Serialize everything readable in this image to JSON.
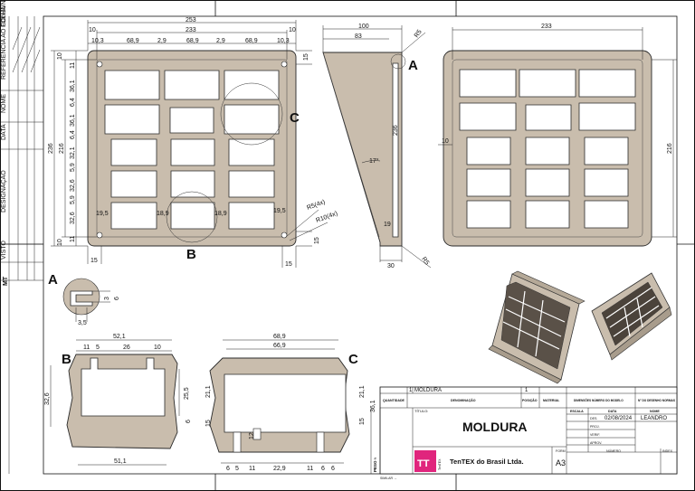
{
  "colors": {
    "part_fill": "#c9bdad",
    "logo_bg": "#e0257d",
    "line": "#222222"
  },
  "left_strip": {
    "cells": [
      "REFERENCIA AO CONJUNTO N°",
      "FOLHA",
      "NOME",
      "DATA",
      "DESIGNAÇÃO",
      "VISTO",
      "MT"
    ]
  },
  "front_view": {
    "dims_top": [
      "253",
      "233",
      "10",
      "10"
    ],
    "dims_cols": [
      "10,3",
      "68,9",
      "2,9",
      "68,9",
      "2,9",
      "68,9",
      "10,3"
    ],
    "dims_left": [
      "10",
      "11",
      "36,1",
      "6,4",
      "36,1",
      "6,4",
      "32,1",
      "5,9",
      "32,6",
      "5,9",
      "32,6",
      "10",
      "11"
    ],
    "dims_left_total": [
      "236",
      "216"
    ],
    "dims_bottom": [
      "15",
      "15"
    ],
    "dims_right": [
      "15",
      "15"
    ],
    "inner_dims": [
      "19,5",
      "18,9",
      "18,9",
      "19,5"
    ],
    "radius_labels": [
      "R5(4x)",
      "R10(4x)"
    ],
    "detail_labels": [
      "B",
      "C"
    ]
  },
  "side_view": {
    "dims": [
      "100",
      "83",
      "R5",
      "17°",
      "19",
      "30",
      "R5",
      "236"
    ],
    "detail_label": "A"
  },
  "back_view": {
    "dims": [
      "233",
      "10",
      "216"
    ]
  },
  "detail_a": {
    "label": "A",
    "dims": [
      "3",
      "6",
      "3,5"
    ]
  },
  "detail_b": {
    "label": "B",
    "dims": [
      "52,1",
      "11",
      "5",
      "26",
      "10",
      "32,6",
      "25,5",
      "6",
      "51,1"
    ]
  },
  "detail_c": {
    "label": "C",
    "dims": [
      "68,9",
      "66,9",
      "21,1",
      "36,1",
      "21,1",
      "15",
      "15",
      "12",
      "6",
      "5",
      "11",
      "22,9",
      "11",
      "6",
      "6"
    ]
  },
  "title_block": {
    "row_item": "1",
    "row_name": "MOLDURA",
    "row_qty": "1",
    "headers": [
      "QUANTIDADE",
      "DENOMINAÇÃO",
      "POSIÇÃO",
      "MATERIAL",
      "DIMENSÕES NÚMERO DO MODELO",
      "N° DO DESENHO NORMAS"
    ],
    "titulo_label": "TÍTULO:",
    "title": "MOLDURA",
    "escala_label": "ESCALA",
    "data_label": "DATA",
    "nome_label": "NOME",
    "des_label": "DES.",
    "proj_label": "PROJ.",
    "verif_label": "VERIF.",
    "aprov_label": "APROV.",
    "date": "02/08/2024",
    "name": "LEANDRO",
    "company": "TenTEX do Brasil Ltda.",
    "logo_text": "TT",
    "logo_brand": "TenTEX",
    "form_label": "FORM",
    "form": "A3",
    "numero_label": "NÚMERO",
    "index_label": "INDEX",
    "peso_label": "PESO ≈",
    "side_label": "SIMILAR →"
  }
}
